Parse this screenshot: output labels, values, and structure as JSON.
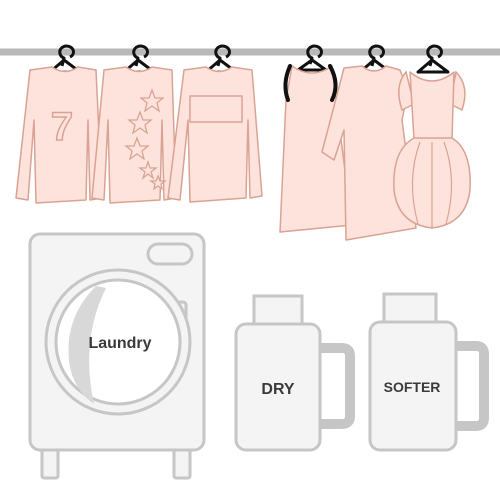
{
  "colors": {
    "garment_fill": "#fde3db",
    "garment_stroke": "#d9a394",
    "appliance_fill": "#f4f4f4",
    "appliance_stroke": "#c6c6c6",
    "hanger": "#111111",
    "rod": "#b9b9b9",
    "text": "#3a3a3a"
  },
  "washer": {
    "door_label": "Laundry"
  },
  "bottles": [
    {
      "label": "DRY"
    },
    {
      "label": "SOFTER"
    }
  ],
  "shirt_number": "7"
}
